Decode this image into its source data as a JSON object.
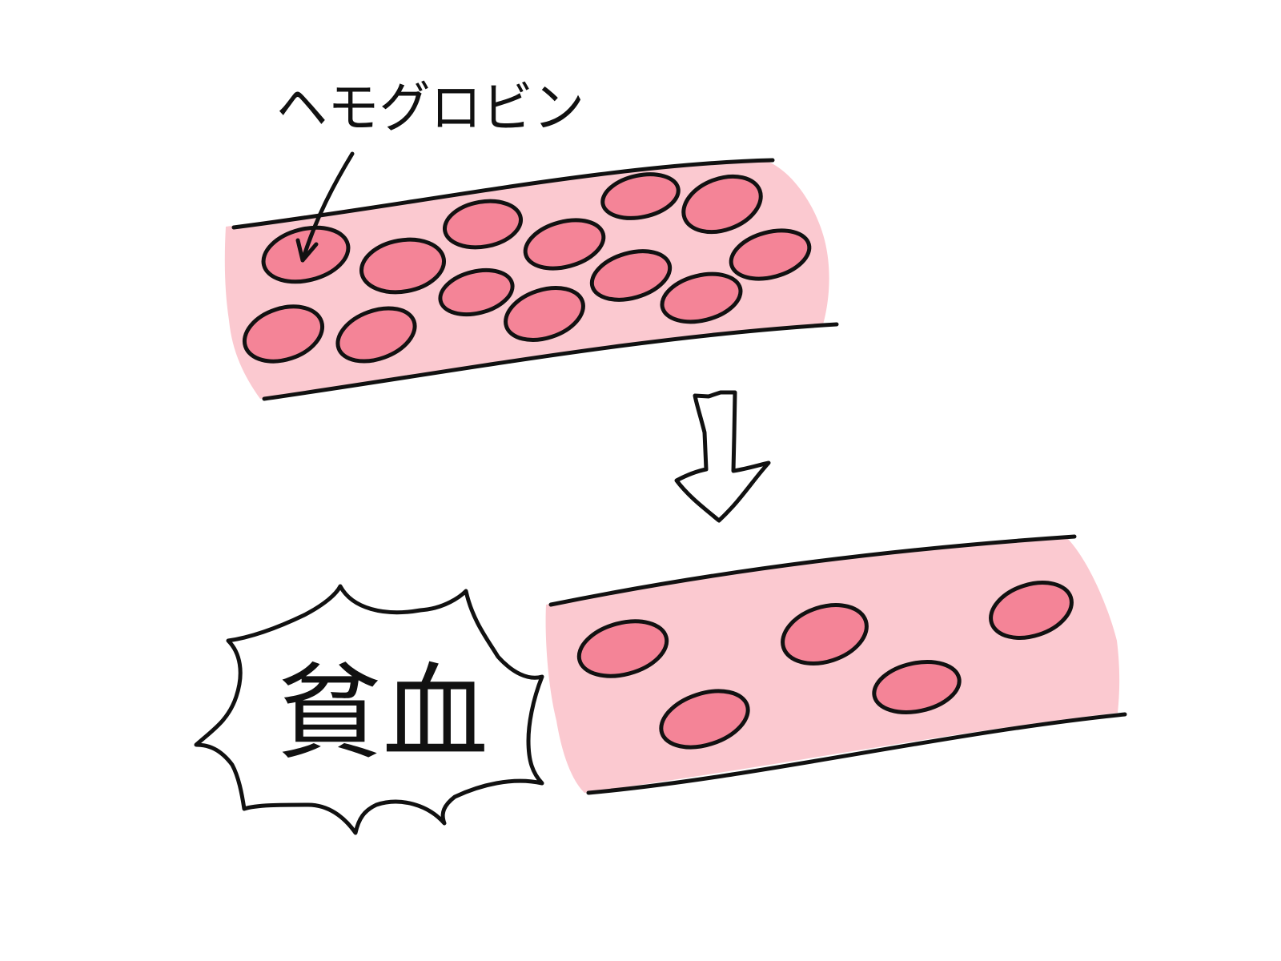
{
  "labels": {
    "hemoglobin": "ヘモグロビン",
    "anemia": "貧血"
  },
  "colors": {
    "vessel": "#fbc9d0",
    "cell": "#f48497",
    "ink": "#111111",
    "background": "#ffffff"
  },
  "counts": {
    "cells_before": 13,
    "cells_after": 5
  }
}
